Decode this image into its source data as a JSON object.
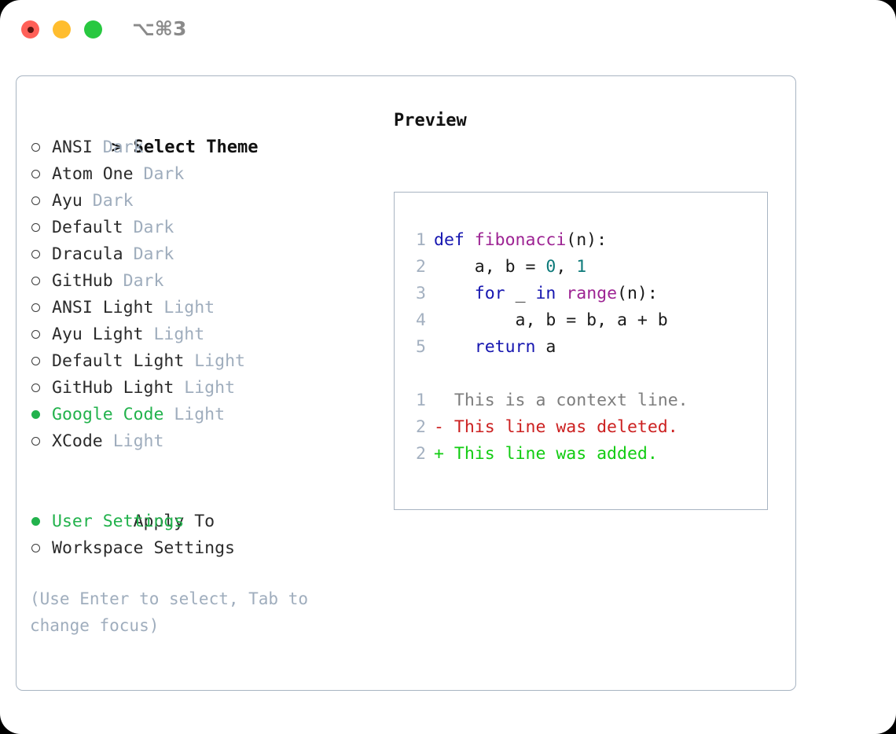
{
  "window": {
    "shortcut": "⌥⌘3",
    "traffic_lights": [
      "close",
      "minimize",
      "zoom"
    ]
  },
  "theme_panel": {
    "caret": ">",
    "title": "Select Theme",
    "marker_selected": "●",
    "marker_unselected": "○",
    "selected_theme": "Google Code",
    "accent_color": "#22b24c",
    "tag_color": "#9fadbd",
    "items": [
      {
        "name": "ANSI",
        "tag": "Dark",
        "selected": false
      },
      {
        "name": "Atom One",
        "tag": "Dark",
        "selected": false
      },
      {
        "name": "Ayu",
        "tag": "Dark",
        "selected": false
      },
      {
        "name": "Default",
        "tag": "Dark",
        "selected": false
      },
      {
        "name": "Dracula",
        "tag": "Dark",
        "selected": false
      },
      {
        "name": "GitHub",
        "tag": "Dark",
        "selected": false
      },
      {
        "name": "ANSI Light",
        "tag": "Light",
        "selected": false
      },
      {
        "name": "Ayu Light",
        "tag": "Light",
        "selected": false
      },
      {
        "name": "Default Light",
        "tag": "Light",
        "selected": false
      },
      {
        "name": "GitHub Light",
        "tag": "Light",
        "selected": false
      },
      {
        "name": "Google Code",
        "tag": "Light",
        "selected": true
      },
      {
        "name": "XCode",
        "tag": "Light",
        "selected": false
      }
    ],
    "apply_to": {
      "heading": "Apply To",
      "options": [
        {
          "name": "User Settings",
          "selected": true
        },
        {
          "name": "Workspace Settings",
          "selected": false
        }
      ]
    },
    "hint": "(Use Enter to select, Tab to change focus)"
  },
  "preview_panel": {
    "heading": "Preview",
    "border_color": "#a8b4c2",
    "code_lines": [
      {
        "no": "1",
        "segments": [
          {
            "t": "def ",
            "c": "kw"
          },
          {
            "t": "fibonacci",
            "c": "fn"
          },
          {
            "t": "(n):",
            "c": "plain"
          }
        ]
      },
      {
        "no": "2",
        "segments": [
          {
            "t": "    a, b = ",
            "c": "plain"
          },
          {
            "t": "0",
            "c": "num"
          },
          {
            "t": ", ",
            "c": "plain"
          },
          {
            "t": "1",
            "c": "num"
          }
        ]
      },
      {
        "no": "3",
        "segments": [
          {
            "t": "    ",
            "c": "plain"
          },
          {
            "t": "for",
            "c": "kw"
          },
          {
            "t": " _ ",
            "c": "plain"
          },
          {
            "t": "in",
            "c": "kw"
          },
          {
            "t": " ",
            "c": "plain"
          },
          {
            "t": "range",
            "c": "fn"
          },
          {
            "t": "(n):",
            "c": "plain"
          }
        ]
      },
      {
        "no": "4",
        "segments": [
          {
            "t": "        a, b = b, a + b",
            "c": "plain"
          }
        ]
      },
      {
        "no": "5",
        "segments": [
          {
            "t": "    ",
            "c": "plain"
          },
          {
            "t": "return",
            "c": "kw"
          },
          {
            "t": " a",
            "c": "plain"
          }
        ]
      }
    ],
    "diff_lines": [
      {
        "no": "1",
        "text": "  This is a context line.",
        "kind": "ctx"
      },
      {
        "no": "2",
        "text": "- This line was deleted.",
        "kind": "del"
      },
      {
        "no": "2",
        "text": "+ This line was added.",
        "kind": "add"
      }
    ]
  }
}
